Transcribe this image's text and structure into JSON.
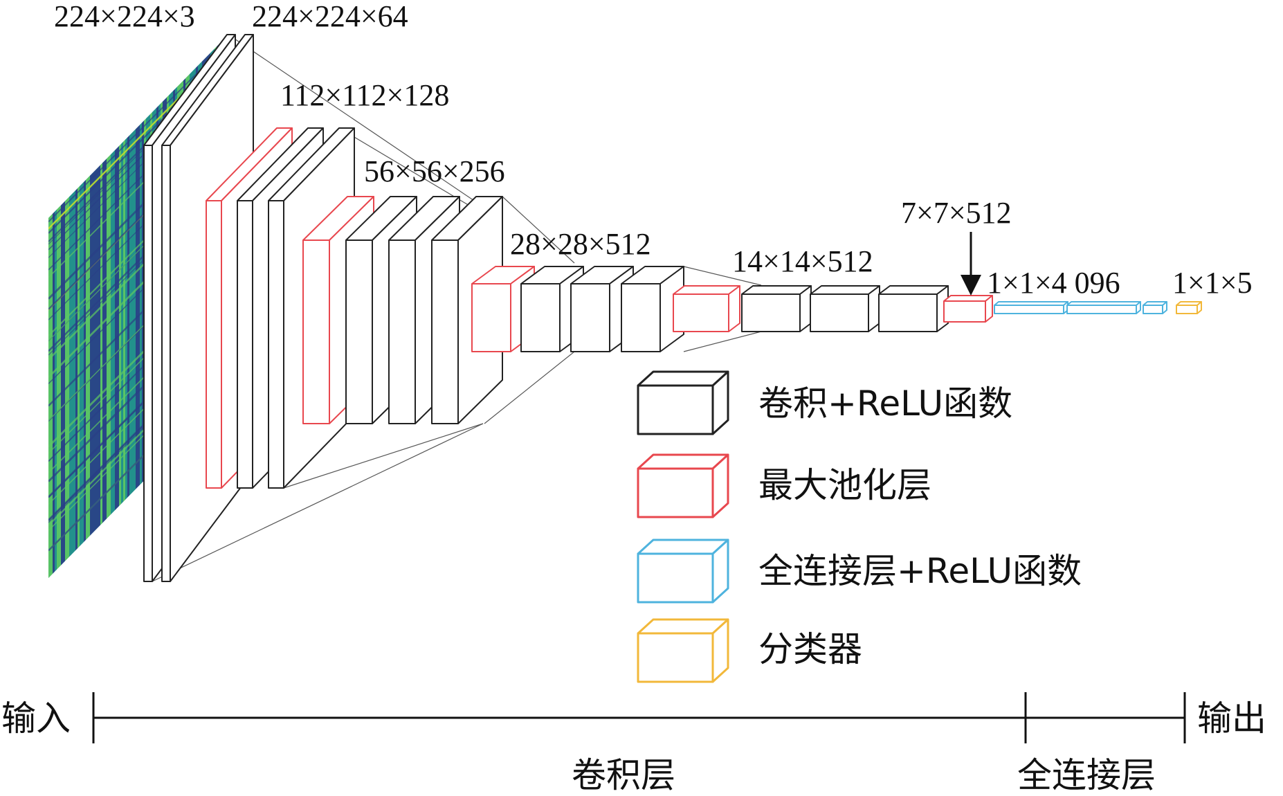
{
  "dim_labels": {
    "input": "224×224×3",
    "block1": "224×224×64",
    "block2": "112×112×128",
    "block3": "56×56×256",
    "block4": "28×28×512",
    "block5": "14×14×512",
    "pool5": "7×7×512",
    "fc": "1×1×4 096",
    "classifier": "1×1×5"
  },
  "legend": {
    "conv": "卷积+ReLU函数",
    "pool": "最大池化层",
    "fc": "全连接层+ReLU函数",
    "classifier": "分类器"
  },
  "axis": {
    "input": "输入",
    "output": "输出",
    "conv_section": "卷积层",
    "fc_section": "全连接层"
  },
  "colors": {
    "conv": "#222222",
    "pool": "#e8474e",
    "fc": "#4eb3de",
    "classifier": "#f2b83a",
    "heatmap_dark": "#2a3f86",
    "heatmap_mid": "#22918c",
    "heatmap_light": "#5ec962",
    "heatmap_peak": "#e8e419"
  }
}
